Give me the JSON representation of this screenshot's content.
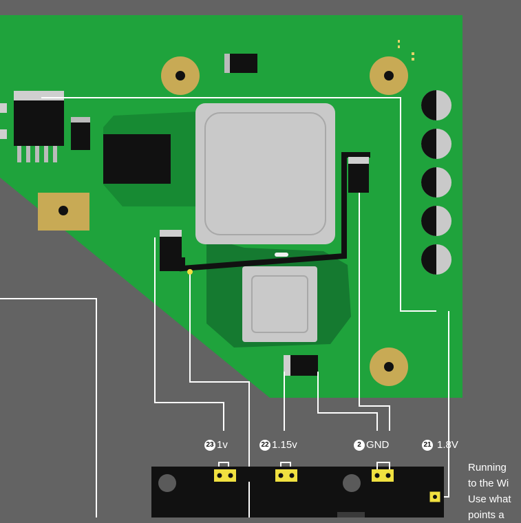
{
  "colors": {
    "background": "#636363",
    "board": "#1fa33c",
    "board_dark": "#157a30",
    "chip_gray": "#c9c9c9",
    "pad_gold": "#c8aa55",
    "trace_white": "#ffffff",
    "testpoint_yellow": "#f0e040"
  },
  "labels": [
    {
      "badge": "23",
      "text": "1v"
    },
    {
      "badge": "22",
      "text": "1.15v"
    },
    {
      "badge": "2",
      "text": "GND"
    },
    {
      "badge": "21",
      "text": "1.8V"
    }
  ],
  "note_lines": [
    "Running",
    "to the Wi",
    "Use what",
    "points a"
  ]
}
